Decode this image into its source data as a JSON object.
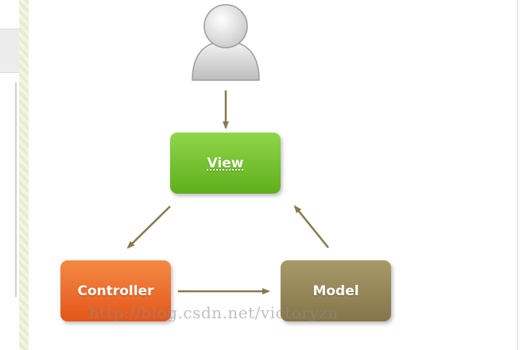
{
  "diagram": {
    "nodes": {
      "user": {
        "icon": "user-icon"
      },
      "view": {
        "label": "View",
        "color": "#6fbf2a"
      },
      "controller": {
        "label": "Controller",
        "color": "#eb6a26"
      },
      "model": {
        "label": "Model",
        "color": "#978957"
      }
    },
    "edges": [
      {
        "from": "user",
        "to": "view"
      },
      {
        "from": "view",
        "to": "controller"
      },
      {
        "from": "controller",
        "to": "model"
      },
      {
        "from": "model",
        "to": "view"
      }
    ],
    "arrow_color": "#857a4c"
  },
  "watermark": "http://blog.csdn.net/victoryzn"
}
